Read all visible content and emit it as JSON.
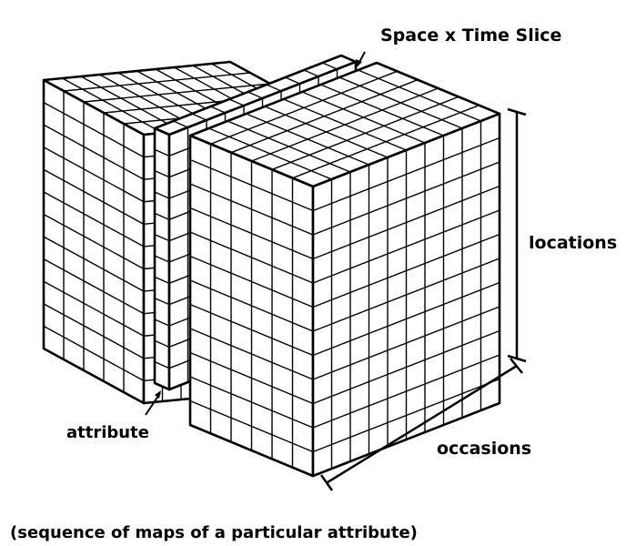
{
  "labels": {
    "space_time_slice": "Space x Time Slice",
    "locations": "locations",
    "attribute": "attribute",
    "occasions": "occasions",
    "caption": "(sequence of maps of a particular attribute)"
  },
  "colors": {
    "ink": "#000000",
    "paper": "#ffffff"
  }
}
